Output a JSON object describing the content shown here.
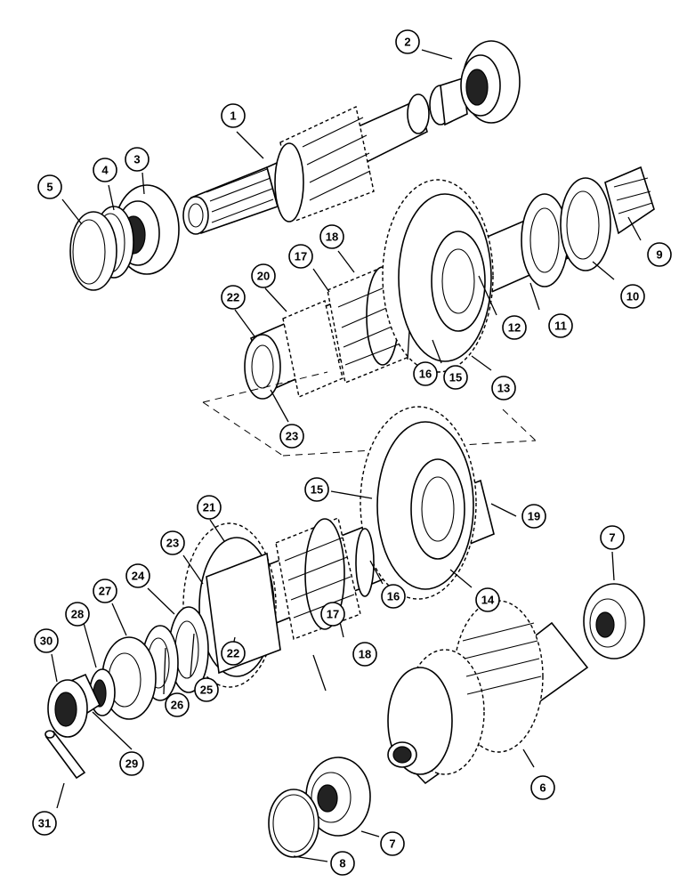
{
  "callouts": [
    {
      "id": "c1",
      "label": "1"
    },
    {
      "id": "c2",
      "label": "2"
    },
    {
      "id": "c3",
      "label": "3"
    },
    {
      "id": "c4",
      "label": "4"
    },
    {
      "id": "c5",
      "label": "5"
    },
    {
      "id": "c9",
      "label": "9"
    },
    {
      "id": "c10",
      "label": "10"
    },
    {
      "id": "c11",
      "label": "11"
    },
    {
      "id": "c12",
      "label": "12"
    },
    {
      "id": "c13",
      "label": "13"
    },
    {
      "id": "c15a",
      "label": "15"
    },
    {
      "id": "c16a",
      "label": "16"
    },
    {
      "id": "c17a",
      "label": "17"
    },
    {
      "id": "c18a",
      "label": "18"
    },
    {
      "id": "c20",
      "label": "20"
    },
    {
      "id": "c22a",
      "label": "22"
    },
    {
      "id": "c23a",
      "label": "23"
    },
    {
      "id": "c15b",
      "label": "15"
    },
    {
      "id": "c19",
      "label": "19"
    },
    {
      "id": "c21",
      "label": "21"
    },
    {
      "id": "c23b",
      "label": "23"
    },
    {
      "id": "c24",
      "label": "24"
    },
    {
      "id": "c27",
      "label": "27"
    },
    {
      "id": "c7a",
      "label": "7"
    },
    {
      "id": "c28",
      "label": "28"
    },
    {
      "id": "c30",
      "label": "30"
    },
    {
      "id": "c14",
      "label": "14"
    },
    {
      "id": "c16b",
      "label": "16"
    },
    {
      "id": "c17b",
      "label": "17"
    },
    {
      "id": "c18b",
      "label": "18"
    },
    {
      "id": "c22b",
      "label": "22"
    },
    {
      "id": "c25",
      "label": "25"
    },
    {
      "id": "c26",
      "label": "26"
    },
    {
      "id": "c29",
      "label": "29"
    },
    {
      "id": "c6",
      "label": "6"
    },
    {
      "id": "c31",
      "label": "31"
    },
    {
      "id": "c7b",
      "label": "7"
    },
    {
      "id": "c8",
      "label": "8"
    }
  ]
}
